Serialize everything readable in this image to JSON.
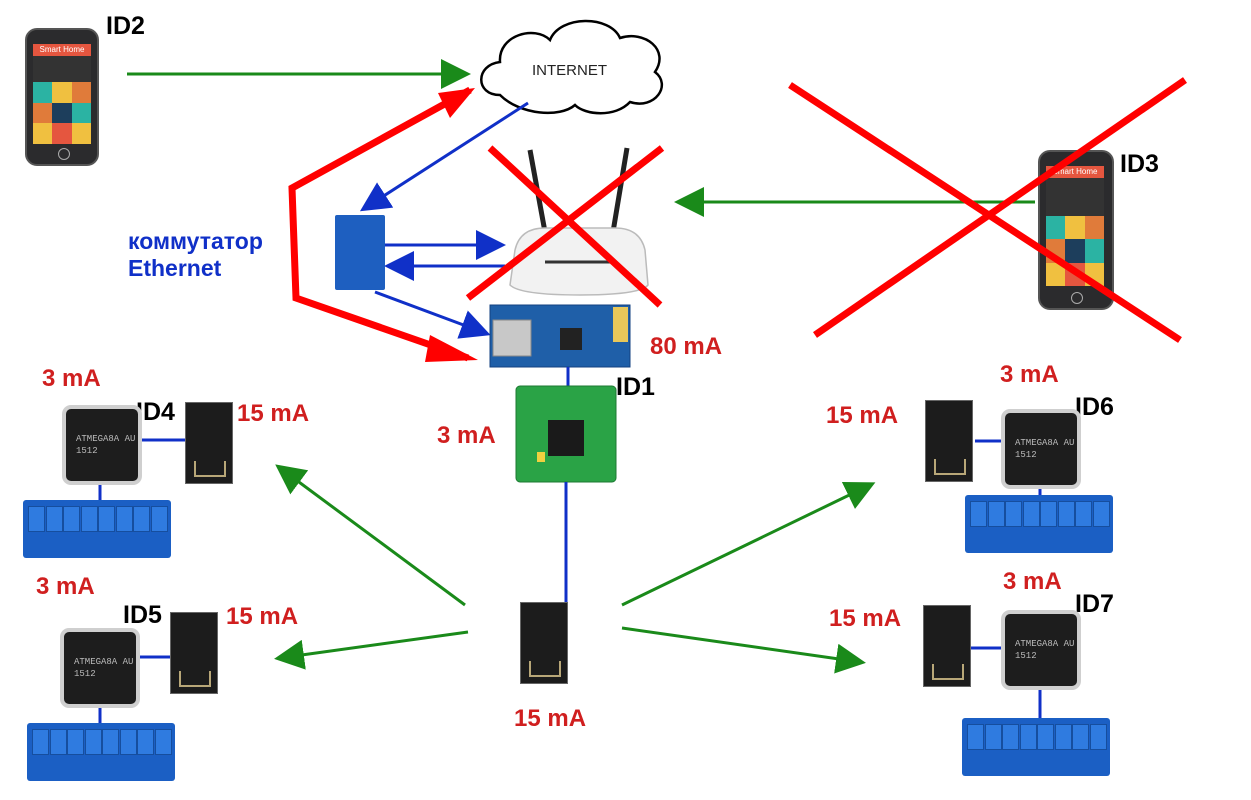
{
  "cloud": {
    "label": "INTERNET"
  },
  "switch": {
    "label_line1": "коммутатор",
    "label_line2": "Ethernet"
  },
  "phones": [
    {
      "id": "ID2",
      "app_title": "Smart Home",
      "crossed_out": false
    },
    {
      "id": "ID3",
      "app_title": "Smart Home",
      "crossed_out": true
    }
  ],
  "router": {
    "crossed_out": true
  },
  "hub": {
    "id": "ID1",
    "ethernet_current": "80 mA",
    "mcu_current": "3 mA",
    "radio_current": "15 mA"
  },
  "nodes": [
    {
      "id": "ID4",
      "mcu_current": "3 mA",
      "radio_current": "15 mA",
      "chip_text": "ATMEGA8A AU 1512"
    },
    {
      "id": "ID5",
      "mcu_current": "3 mA",
      "radio_current": "15 mA",
      "chip_text": "ATMEGA8A AU 1512"
    },
    {
      "id": "ID6",
      "mcu_current": "3 mA",
      "radio_current": "15 mA",
      "chip_text": "ATMEGA8A AU 1512"
    },
    {
      "id": "ID7",
      "mcu_current": "3 mA",
      "radio_current": "15 mA",
      "chip_text": "ATMEGA8A AU 1512"
    }
  ],
  "colors": {
    "wireless": "#1a8a1a",
    "wired": "#1030c8",
    "highlight": "#ff0000",
    "current_text": "#d01f1f"
  }
}
